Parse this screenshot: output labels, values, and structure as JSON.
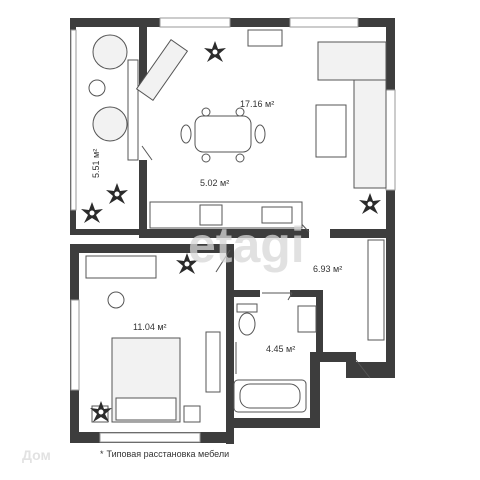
{
  "rooms": {
    "kitchen_living": "17.16 м²",
    "kitchen_zone": "5.02 м²",
    "balcony": "5.51 м²",
    "hallway": "6.93 м²",
    "bathroom": "4.45 м²",
    "bedroom": "11.04 м²"
  },
  "watermark": {
    "brand": "etagi",
    "corner": "Дом"
  },
  "footnote": {
    "star": "*",
    "text": "Типовая расстановка мебели"
  },
  "colors": {
    "wall": "#3d3d3d",
    "window": "#bdbdbd",
    "furniture_stroke": "#555555",
    "furniture_fill": "#f2f2f2",
    "plant": "#2b2b2b"
  }
}
